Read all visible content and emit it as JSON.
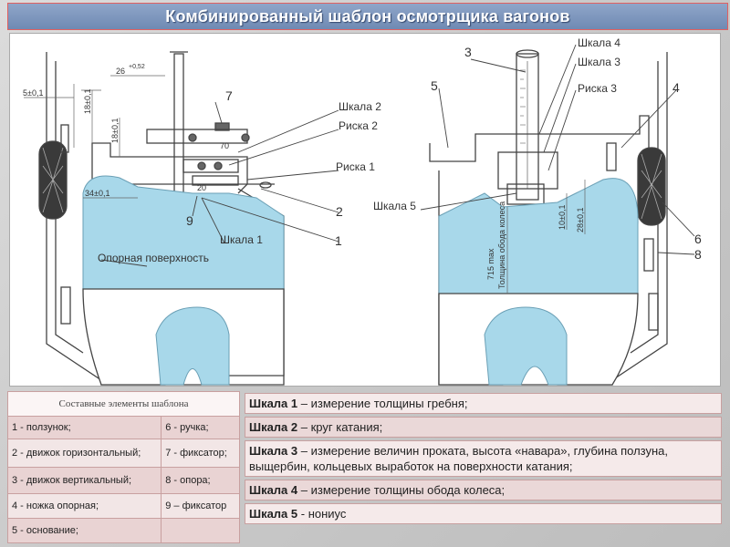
{
  "title": "Комбинированный шаблон осмотрщика вагонов",
  "drawing": {
    "left_labels": {
      "shkala2": "Шкала 2",
      "riska2": "Риска 2",
      "riska1": "Риска 1",
      "shkala1": "Шкала 1",
      "opornaya": "Опорная поверхность",
      "n7": "7",
      "n9": "9",
      "n2": "2",
      "n1": "1"
    },
    "left_dims": {
      "d1": "5±0,1",
      "d2": "18±0,1",
      "d3": "26",
      "d3sup": "+0,52",
      "d4": "18±0,1",
      "d5": "34±0,1",
      "d6": "70",
      "d7": "20"
    },
    "right_labels": {
      "n3": "3",
      "shkala4": "Шкала 4",
      "shkala3": "Шкала 3",
      "riska3": "Риска 3",
      "n5": "5",
      "n4": "4",
      "shkala5": "Шкала 5",
      "n6": "6",
      "n8": "8"
    },
    "right_dims": {
      "d1": "715 max",
      "d2": "Толщина обода колеса",
      "d3": "10±0,1",
      "d4": "28±0,1"
    }
  },
  "parts_table": {
    "header": "Составные элементы шаблона",
    "rows": [
      [
        "1 - ползунок;",
        "6 - ручка;"
      ],
      [
        "2 - движок горизонтальный;",
        "7 - фиксатор;"
      ],
      [
        "3 - движок вертикальный;",
        "8 - опора;"
      ],
      [
        "4 - ножка опорная;",
        "9 – фиксатор"
      ],
      [
        "5 - основание;",
        ""
      ]
    ]
  },
  "scales": [
    {
      "name": "Шкала 1",
      "text": " – измерение толщины гребня;"
    },
    {
      "name": "Шкала 2",
      "text": " – круг катания;"
    },
    {
      "name": "Шкала 3",
      "text": " – измерение величин проката, высота «навара», глубина ползуна,",
      "text2": " выщербин, кольцевых выработок на поверхности катания;"
    },
    {
      "name": "Шкала 4",
      "text": " – измерение толщины обода колеса;"
    },
    {
      "name": "Шкала 5",
      "text": " - нониус"
    }
  ],
  "colors": {
    "blue_fill": "#a8d8ea",
    "line": "#444444",
    "title_text": "#ffffff"
  }
}
